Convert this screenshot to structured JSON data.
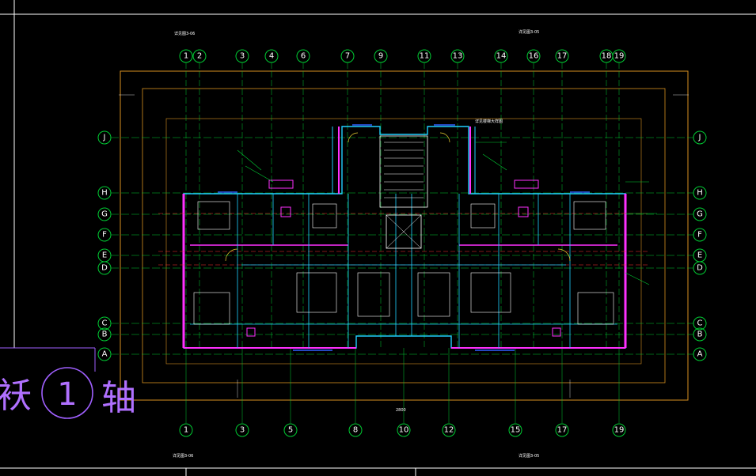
{
  "drawing": {
    "colors": {
      "background": "#000000",
      "frame": "#ffffff",
      "grid": "#00cc33",
      "axis_dash": "#ff3030",
      "dim_orange": "#d89020",
      "wall_cyan": "#20d0ff",
      "magenta": "#ff30ff",
      "yellow": "#e8d030",
      "purple": "#a060ff",
      "white": "#ffffff"
    },
    "top_axes": [
      "1",
      "2",
      "3",
      "4",
      "6",
      "7",
      "9",
      "11",
      "13",
      "14",
      "16",
      "17",
      "18",
      "19"
    ],
    "bottom_axes": [
      "1",
      "3",
      "5",
      "8",
      "10",
      "12",
      "15",
      "17",
      "19"
    ],
    "row_axes": [
      "J",
      "H",
      "G",
      "F",
      "E",
      "D",
      "C",
      "B",
      "A"
    ],
    "big_label": {
      "char1": "袄",
      "num": "1",
      "char2": "轴"
    },
    "annotations": {
      "top_left_ref": "详见图3-06",
      "top_right_ref": "详见图3-05",
      "bottom_left_ref": "详见图3-06",
      "bottom_right_ref": "详见图3-05",
      "stair_note": "详见楼梯大样图",
      "center_dim": "2800"
    }
  }
}
